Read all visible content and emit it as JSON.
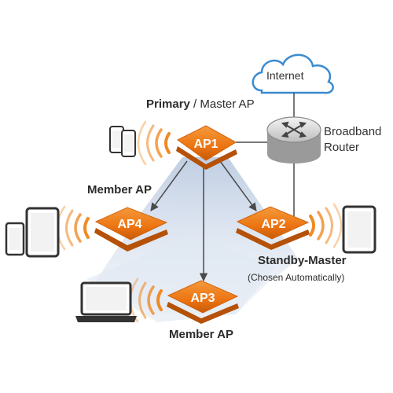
{
  "cloud": {
    "label": "Internet"
  },
  "router": {
    "label_line1": "Broadband",
    "label_line2": "Router"
  },
  "aps": {
    "ap1": {
      "label": "AP1",
      "role_bold": "Primary",
      "role_rest": " / Master AP"
    },
    "ap2": {
      "label": "AP2",
      "role": "Standby-Master",
      "role_note": "(Chosen Automatically)"
    },
    "ap3": {
      "label": "AP3",
      "role": "Member AP"
    },
    "ap4": {
      "label": "AP4",
      "role": "Member AP"
    }
  },
  "colors": {
    "ap_orange": "#ef7a1a",
    "ap_orange_dark": "#c95a0a",
    "cloud_stroke": "#3a8bd0",
    "line": "#4a4a4a",
    "beam": "#c9d6e8",
    "wave": "#f08a24"
  }
}
